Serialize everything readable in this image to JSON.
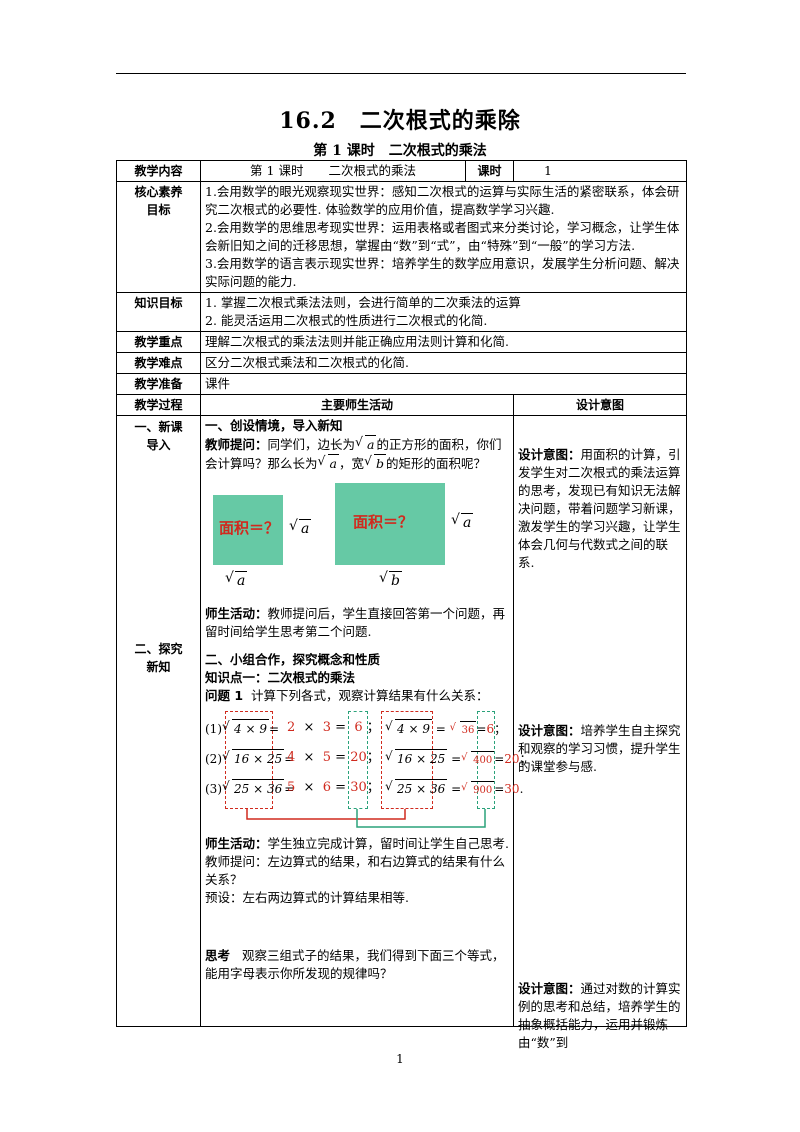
{
  "title": "16.2　二次根式的乘除",
  "subtitle": "第 1 课时　二次根式的乘法",
  "row1": {
    "label": "教学内容",
    "content": "第 1 课时　　二次根式的乘法",
    "hours_label": "课时",
    "hours": "1"
  },
  "core": {
    "label1": "核心素养",
    "label2": "目标",
    "items": [
      "1.会用数学的眼光观察现实世界：感知二次根式的运算与实际生活的紧密联系，体会研究二次根式的必要性. 体验数学的应用价值，提高数学学习兴趣.",
      "2.会用数学的思维思考现实世界：运用表格或者图式来分类讨论，学习概念，让学生体会新旧知之间的迁移思想，掌握由“数”到“式”，由“特殊”到“一般”的学习方法.",
      "3.会用数学的语言表示现实世界：培养学生的数学应用意识，发展学生分析问题、解决实际问题的能力."
    ]
  },
  "knowledge": {
    "label": "知识目标",
    "items": [
      "1. 掌握二次根式乘法法则，会进行简单的二次乘法的运算",
      "2. 能灵活运用二次根式的性质进行二次根式的化简."
    ]
  },
  "key": {
    "label": "教学重点",
    "content": "理解二次根式的乘法法则并能正确应用法则计算和化简."
  },
  "difficulty": {
    "label": "教学难点",
    "content": "区分二次根式乘法和二次根式的化简."
  },
  "prep": {
    "label": "教学准备",
    "content": "课件"
  },
  "process": {
    "label": "教学过程",
    "col2": "主要师生活动",
    "col3": "设计意图"
  },
  "steps": {
    "s1a": "一、新课",
    "s1b": "导入",
    "s2a": "二、探究",
    "s2b": "新知"
  },
  "activity": {
    "h1": "一、创设情境，导入新知",
    "teacher_q_label": "教师提问：",
    "teacher_q1": "同学们，边长为",
    "teacher_q2": "的正方形的面积，你们会计算吗？那么长为",
    "teacher_q3": "，宽",
    "teacher_q4": "的矩形的面积呢？",
    "rad_a": "a",
    "rad_b": "b",
    "area_text": "面积＝？",
    "ts_label": "师生活动：",
    "ts_text": "教师提问后，学生直接回答第一个问题，再留时间给学生思考第二个问题.",
    "h2": "二、小组合作，探究概念和性质",
    "kp1": "知识点一：二次根式的乘法",
    "q1_label": "问题 1",
    "q1_text": "计算下列各式，观察计算结果有什么关系：",
    "ts2_label": "师生活动：",
    "ts2_text": "学生独立完成计算，留时间让学生自己思考.",
    "tq2": "教师提问：左边算式的结果，和右边算式的结果有什么关系？",
    "preset": "预设：左右两边算式的计算结果相等.",
    "think_label": "思考",
    "think_text": "观察三组式子的结果，我们得到下面三个等式，能用字母表示你所发现的规律吗？"
  },
  "calc_rows": [
    {
      "num": "(1)",
      "left": "4 × 9",
      "eq": "=",
      "a": "2",
      "x": "×",
      "b": "3",
      "eq2": "=",
      "r": "6",
      "sep": "；",
      "right": "4 × 9",
      "eq3": "=",
      "r2": "36",
      "eq4": "=",
      "r3": "6",
      "end": "；"
    },
    {
      "num": "(2)",
      "left": "16 × 25",
      "eq": "=",
      "a": "4",
      "x": "×",
      "b": "5",
      "eq2": "=",
      "r": "20",
      "sep": "；",
      "right": "16 × 25",
      "eq3": "=",
      "r2": "400",
      "eq4": "=",
      "r3": "20",
      "end": "；"
    },
    {
      "num": "(3)",
      "left": "25 × 36",
      "eq": "=",
      "a": "5",
      "x": "×",
      "b": "6",
      "eq2": "=",
      "r": "30",
      "sep": "；",
      "right": "25 × 36",
      "eq3": "=",
      "r2": "900",
      "eq4": "=",
      "r3": "30",
      "end": "."
    }
  ],
  "design": {
    "d1_label": "设计意图：",
    "d1_text": "用面积的计算，引发学生对二次根式的乘法运算的思考，发现已有知识无法解决问题，带着问题学习新课，激发学生的学习兴趣，让学生体会几何与代数式之间的联系.",
    "d2_label": "设计意图：",
    "d2_text": "培养学生自主探究和观察的学习习惯，提升学生的课堂参与感.",
    "d3_label": "设计意图：",
    "d3_text": "通过对数的计算实例的思考和总结，培养学生的抽象概括能力，运用并锻炼由“数”到"
  },
  "page_number": "1"
}
